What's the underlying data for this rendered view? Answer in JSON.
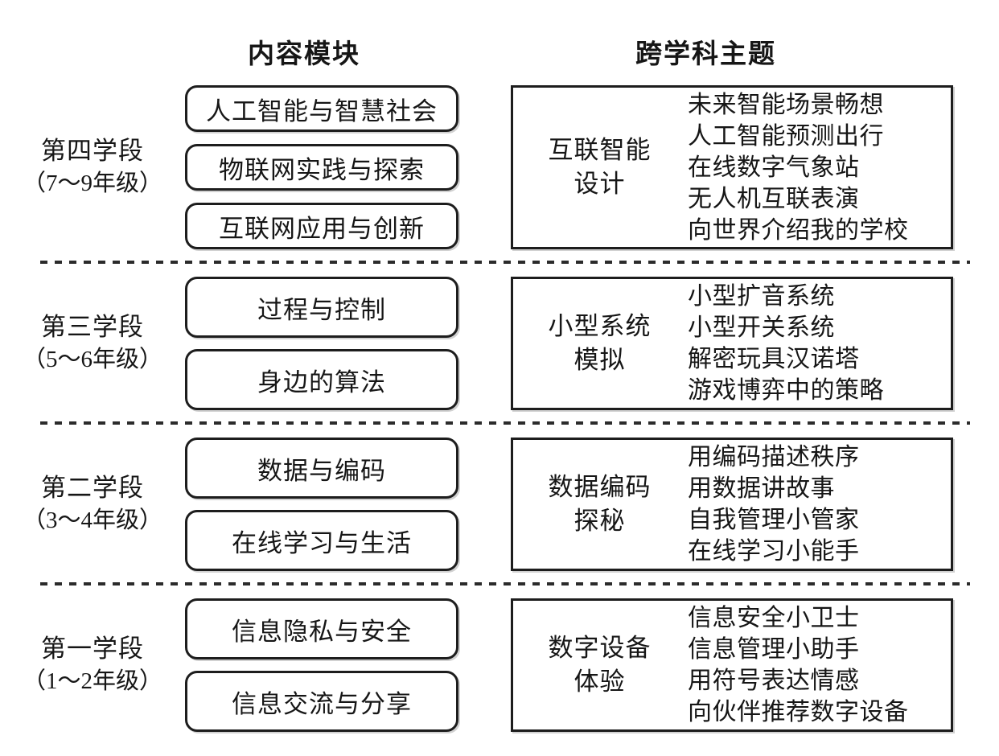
{
  "headers": {
    "content_modules": "内容模块",
    "interdisciplinary_themes": "跨学科主题"
  },
  "colors": {
    "background": "#ffffff",
    "border": "#1d1d1d",
    "text": "#161616"
  },
  "stages": [
    {
      "name": "第四学段",
      "grades": "（7～9年级）",
      "modules": [
        "人工智能与智慧社会",
        "物联网实践与探索",
        "互联网应用与创新"
      ],
      "theme": {
        "title_line1": "互联智能",
        "title_line2": "设计",
        "items": [
          "未来智能场景畅想",
          "人工智能预测出行",
          "在线数字气象站",
          "无人机互联表演",
          "向世界介绍我的学校"
        ]
      }
    },
    {
      "name": "第三学段",
      "grades": "（5～6年级）",
      "modules": [
        "过程与控制",
        "身边的算法"
      ],
      "theme": {
        "title_line1": "小型系统",
        "title_line2": "模拟",
        "items": [
          "小型扩音系统",
          "小型开关系统",
          "解密玩具汉诺塔",
          "游戏博弈中的策略"
        ]
      }
    },
    {
      "name": "第二学段",
      "grades": "（3～4年级）",
      "modules": [
        "数据与编码",
        "在线学习与生活"
      ],
      "theme": {
        "title_line1": "数据编码",
        "title_line2": "探秘",
        "items": [
          "用编码描述秩序",
          "用数据讲故事",
          "自我管理小管家",
          "在线学习小能手"
        ]
      }
    },
    {
      "name": "第一学段",
      "grades": "（1～2年级）",
      "modules": [
        "信息隐私与安全",
        "信息交流与分享"
      ],
      "theme": {
        "title_line1": "数字设备",
        "title_line2": "体验",
        "items": [
          "信息安全小卫士",
          "信息管理小助手",
          "用符号表达情感",
          "向伙伴推荐数字设备"
        ]
      }
    }
  ]
}
